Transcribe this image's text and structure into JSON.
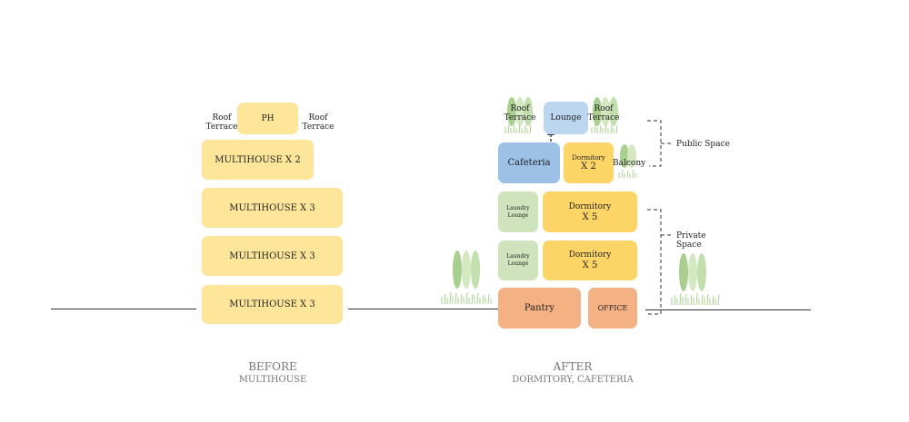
{
  "colors": {
    "yellow_light": "#fde59a",
    "yellow": "#fdd566",
    "blue_light": "#bcd6ef",
    "blue": "#9dc0e6",
    "green_light": "#cfe3bc",
    "orange": "#f4b183",
    "tree_green": "#a9d08e",
    "ground": "#333333",
    "caption": "#777777"
  },
  "before": {
    "ph": "PH",
    "roof_terrace_left": [
      "Roof",
      "Terrace"
    ],
    "roof_terrace_right": [
      "Roof",
      "Terrace"
    ],
    "floors": [
      "MULTIHOUSE X 2",
      "MULTIHOUSE X 3",
      "MULTIHOUSE X 3",
      "MULTIHOUSE X 3"
    ],
    "caption_title": "BEFORE",
    "caption_sub": "MULTIHOUSE"
  },
  "after": {
    "roof_terrace_left": [
      "Roof",
      "Terrace"
    ],
    "lounge": "Lounge",
    "roof_terrace_right": [
      "Roof",
      "Terrace"
    ],
    "cafeteria": "Cafeteria",
    "dormitory_small": [
      "Dormitory",
      "X 2"
    ],
    "balcony": "Balcony",
    "laundry_1": [
      "Laundry",
      "Lounge"
    ],
    "dormitory_1": [
      "Dormitory",
      "X 5"
    ],
    "laundry_2": [
      "Laundry",
      "Lounge"
    ],
    "dormitory_2": [
      "Dormitory",
      "X 5"
    ],
    "pantry": "Pantry",
    "office": "OFFICE",
    "public_space": "Public Space",
    "private_space": "Private Space",
    "caption_title": "AFTER",
    "caption_sub": "DORMITORY, CAFETERIA"
  }
}
